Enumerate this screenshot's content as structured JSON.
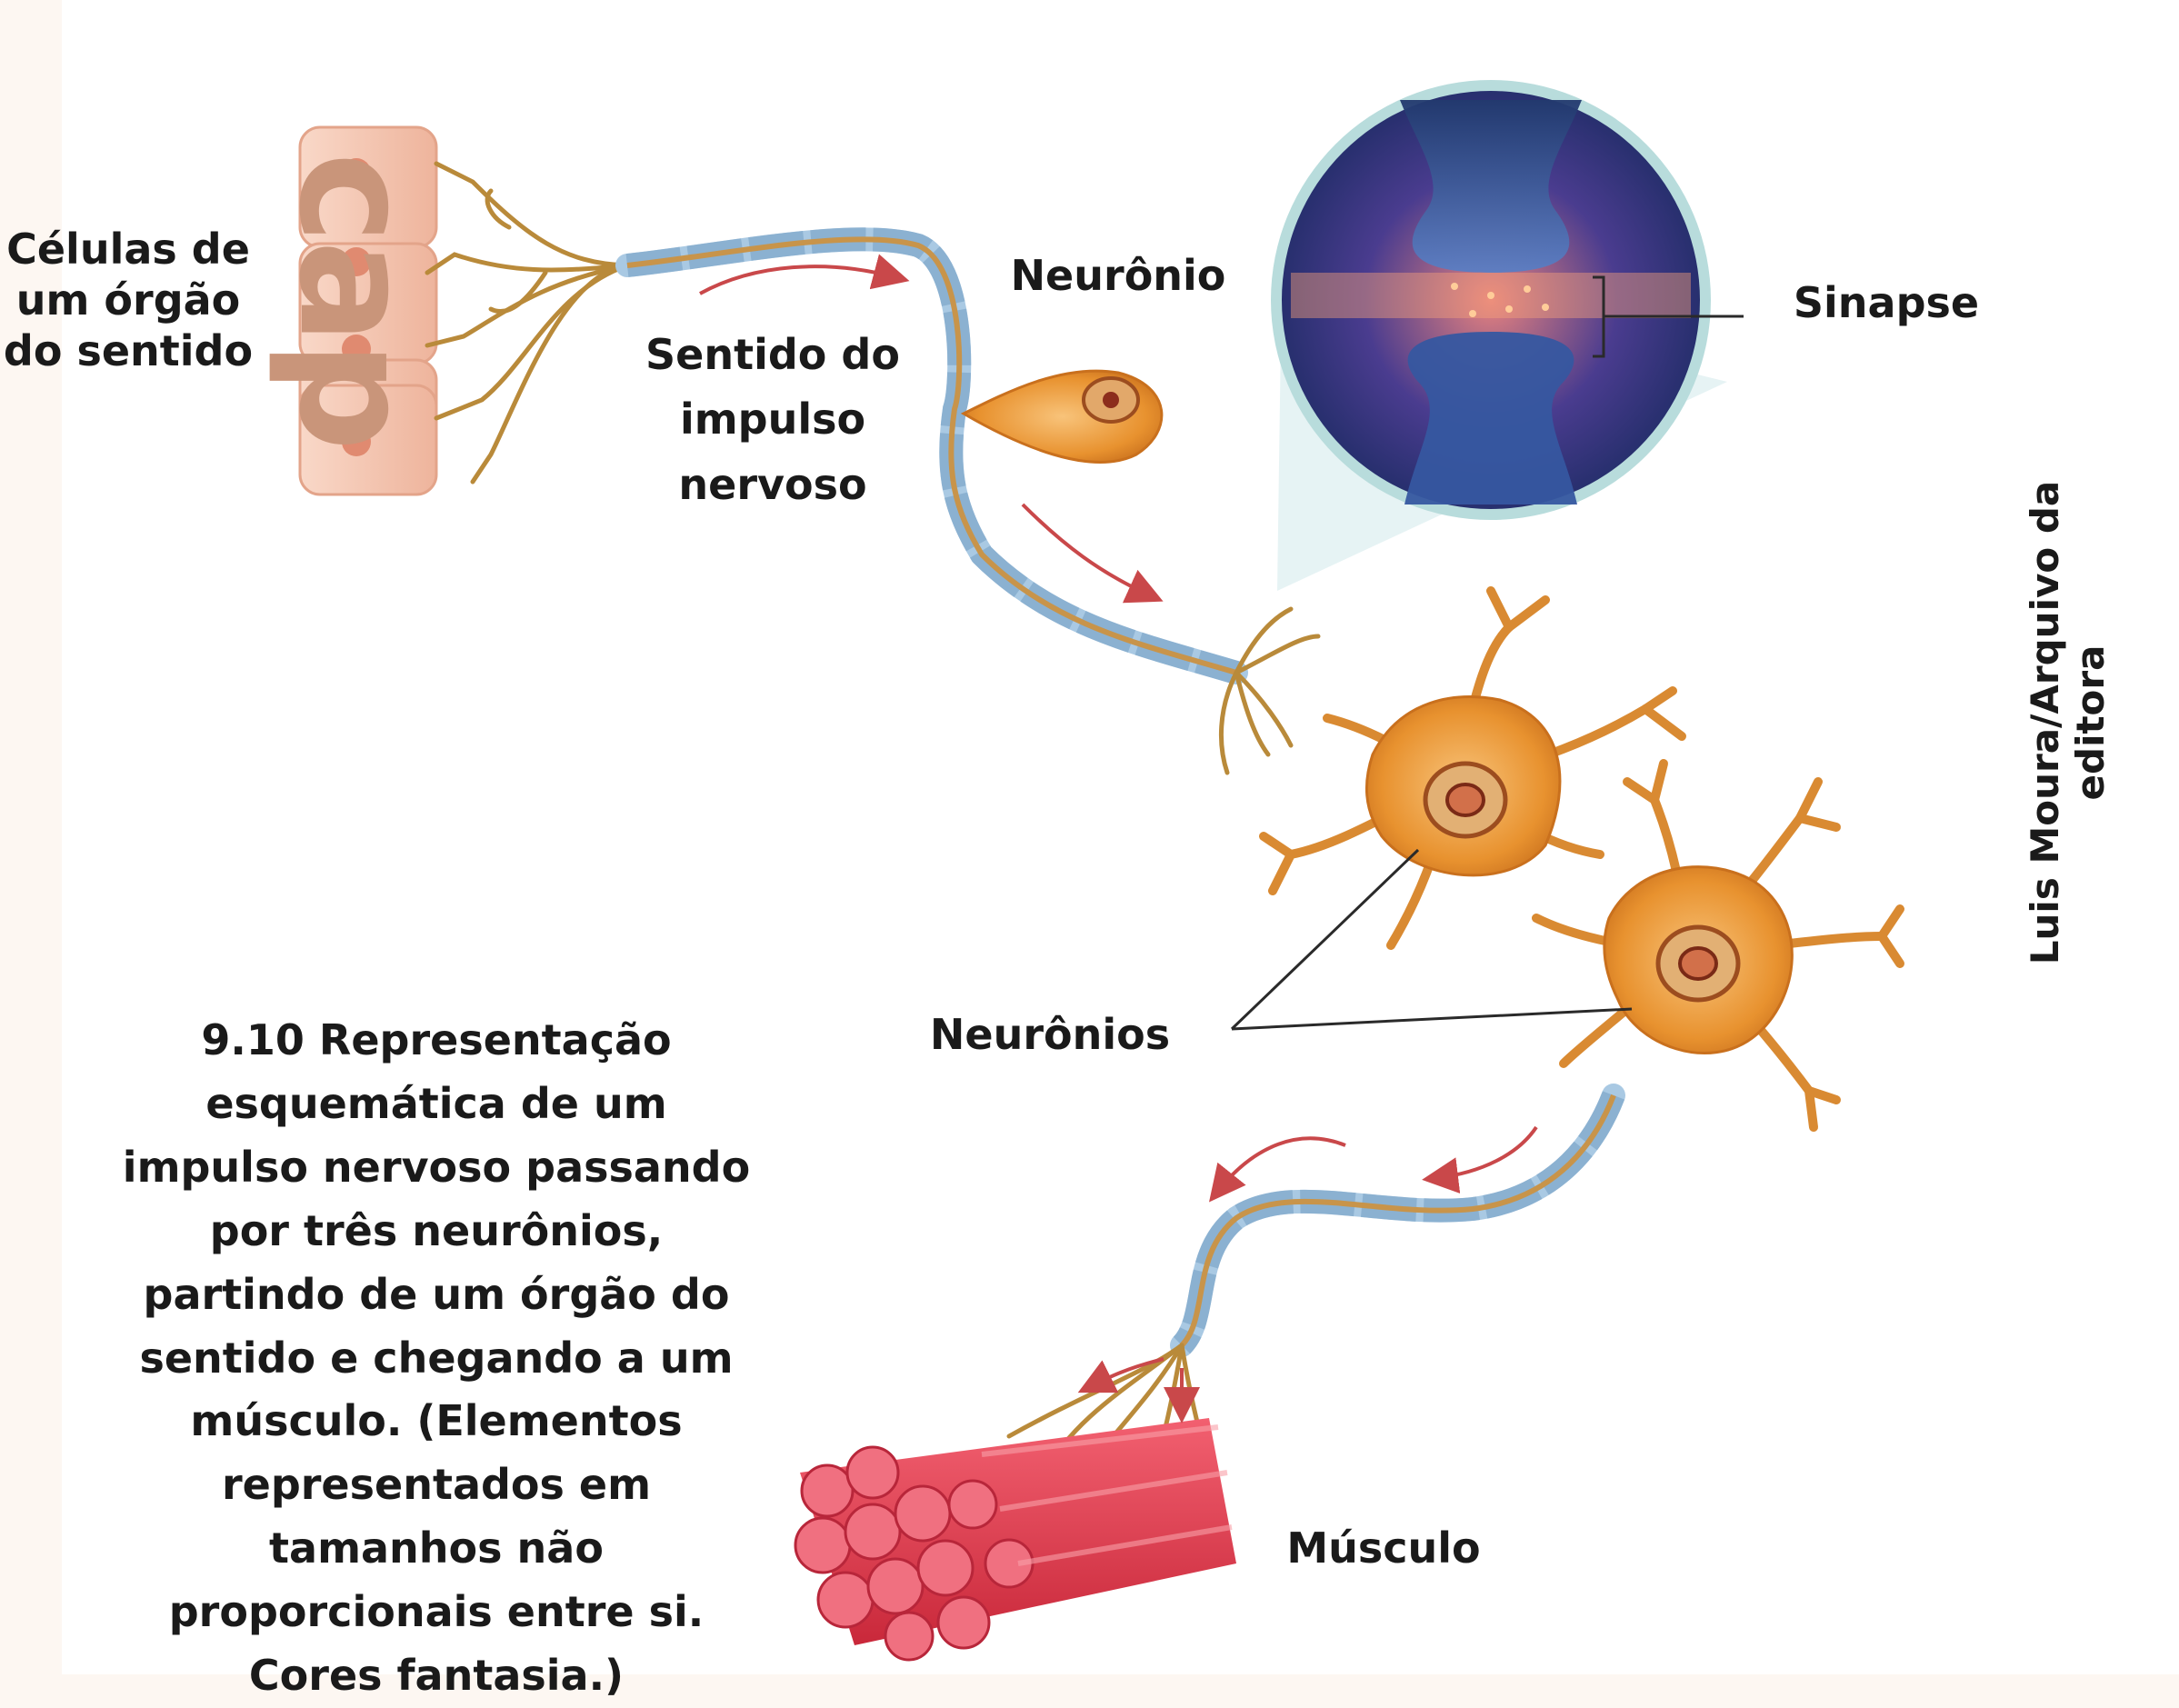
{
  "labels": {
    "sense_cells": "Células de um órgão do sentido",
    "impulse_direction": "Sentido do impulso nervoso",
    "neuron": "Neurônio",
    "synapse": "Sinapse",
    "neurons": "Neurônios",
    "muscle": "Músculo"
  },
  "caption": "9.10 Representação esquemática de um impulso nervoso passando por três neurônios, partindo de um órgão do sentido e chegando a um músculo. (Elementos representados em tamanhos não proporcionais entre si. Cores fantasia.)",
  "credit": "Luis Moura/Arquivo da editora",
  "watermark": "cap",
  "colors": {
    "neuron": "#e8922f",
    "axon_sheath": "#a9c9e3",
    "muscle": "#e8434f",
    "arrow": "#c9484a",
    "sense_cells": "#f4c6b2"
  }
}
